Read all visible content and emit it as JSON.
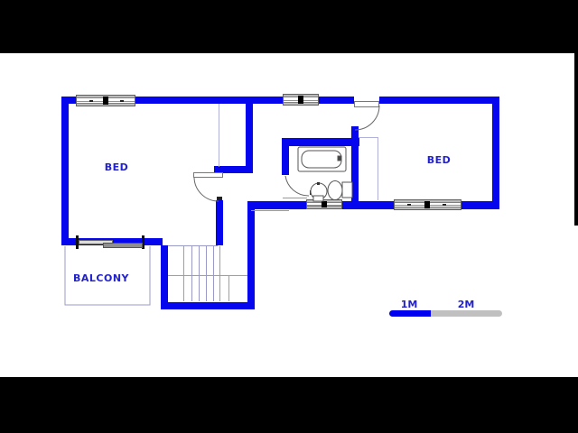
{
  "document": {
    "type": "floor-plan",
    "floor_note": "upper floor plan with letterbox bars"
  },
  "rooms": {
    "bed1_label": "BED",
    "bed2_label": "BED",
    "balcony_label": "BALCONY",
    "bathroom_fixtures": [
      "bathtub",
      "toilet",
      "basin"
    ]
  },
  "scale": {
    "label_1m": "1M",
    "label_2m": "2M"
  },
  "colors": {
    "wall_blue": "#0606ee",
    "label_text_blue": "#2222cc",
    "scale_bar_blue": "#0000f0",
    "scale_bar_gray": "#c0c0c0",
    "thin_line_light_blue": "#9a9ac8",
    "fixture_outline_gray": "#555555",
    "window_frame_gray": "#606060",
    "letterbox_black": "#000000",
    "background_white": "#ffffff"
  }
}
